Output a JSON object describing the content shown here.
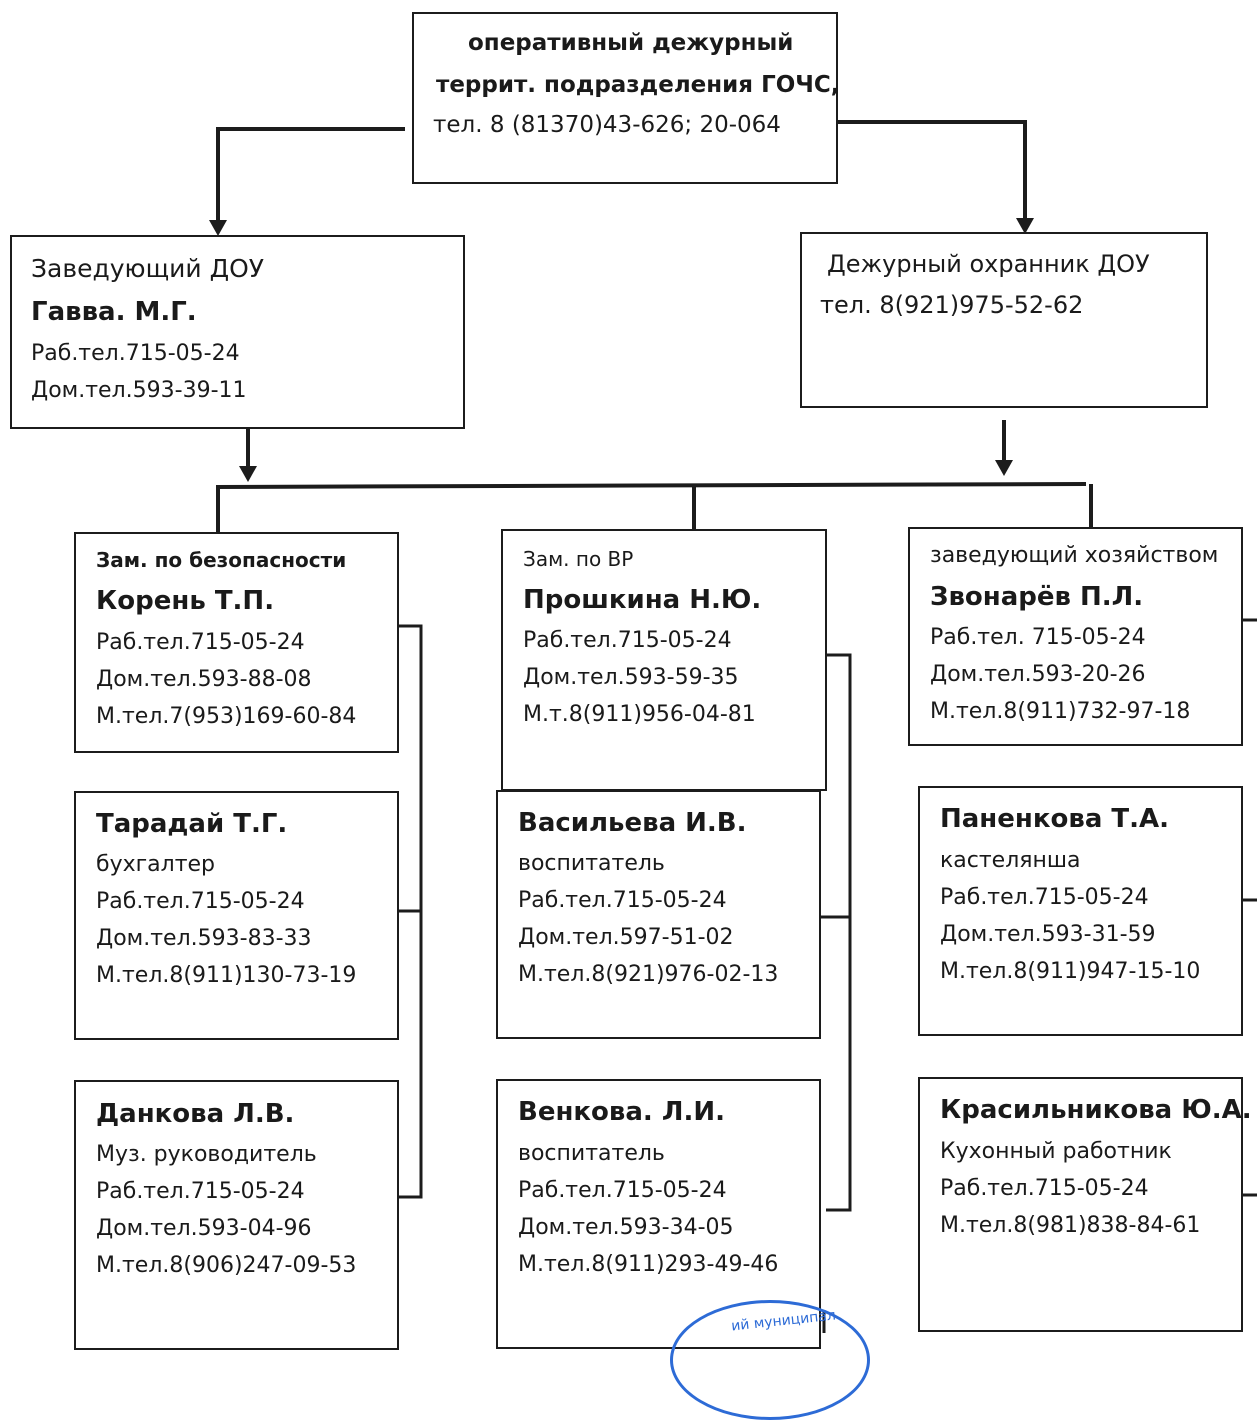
{
  "top": {
    "line1": "оперативный дежурный",
    "line2": "террит. подразделения ГОЧС,",
    "line3": "тел.  8 (81370)43-626; 20-064"
  },
  "head": {
    "role": "Заведующий ДОУ",
    "name": "Гавва. М.Г.",
    "work": "Раб.тел.715-05-24",
    "home": "Дом.тел.593-39-11"
  },
  "guard": {
    "role": "Дежурный охранник ДОУ",
    "phone": "тел. 8(921)975-52-62"
  },
  "col1": [
    {
      "role": "Зам. по безопасности",
      "name": "Корень Т.П.",
      "work": "Раб.тел.715-05-24",
      "home": "Дом.тел.593-88-08",
      "mobile": "М.тел.7(953)169-60-84"
    },
    {
      "name": "Тарадай Т.Г.",
      "role": "бухгалтер",
      "work": "Раб.тел.715-05-24",
      "home": "Дом.тел.593-83-33",
      "mobile": "М.тел.8(911)130-73-19"
    },
    {
      "name": "Данкова Л.В.",
      "role": "Муз. руководитель",
      "work": "Раб.тел.715-05-24",
      "home": "Дом.тел.593-04-96",
      "mobile": "М.тел.8(906)247-09-53"
    }
  ],
  "col2": [
    {
      "role": "Зам. по ВР",
      "name": "Прошкина Н.Ю.",
      "work": "Раб.тел.715-05-24",
      "home": "Дом.тел.593-59-35",
      "mobile": "М.т.8(911)956-04-81"
    },
    {
      "name": "Васильева И.В.",
      "role": "воспитатель",
      "work": "Раб.тел.715-05-24",
      "home": "Дом.тел.597-51-02",
      "mobile": "М.тел.8(921)976-02-13"
    },
    {
      "name": "Венкова. Л.И.",
      "role": "воспитатель",
      "work": "Раб.тел.715-05-24",
      "home": "Дом.тел.593-34-05",
      "mobile": "М.тел.8(911)293-49-46"
    }
  ],
  "col3": [
    {
      "role": "заведующий хозяйством",
      "name": "Звонарёв П.Л.",
      "work": "Раб.тел. 715-05-24",
      "home": "Дом.тел.593-20-26",
      "mobile": "М.тел.8(911)732-97-18"
    },
    {
      "name": "Паненкова Т.А.",
      "role": "кастелянша",
      "work": "Раб.тел.715-05-24",
      "home": "Дом.тел.593-31-59",
      "mobile": "М.тел.8(911)947-15-10"
    },
    {
      "name": "Красильникова Ю.А.",
      "role": "Кухонный работник",
      "work": "Раб.тел.715-05-24",
      "mobile": "М.тел.8(981)838-84-61"
    }
  ],
  "stamp": {
    "text": "ий муниципал"
  }
}
